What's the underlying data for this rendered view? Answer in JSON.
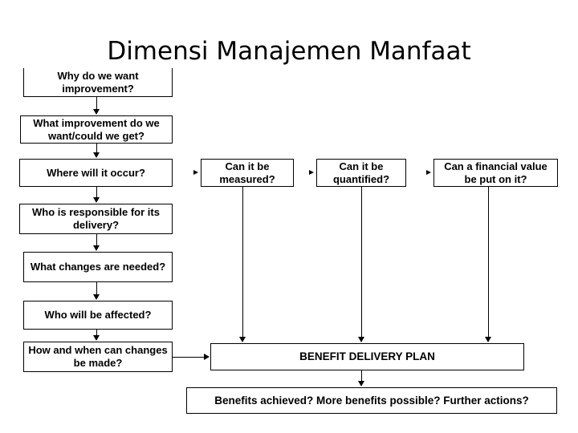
{
  "slide": {
    "title": "Dimensi Manajemen Manfaat",
    "background_color": "#ffffff",
    "text_color": "#000000",
    "line_color": "#000000"
  },
  "diagram": {
    "type": "flowchart",
    "left_column": [
      {
        "id": "q1",
        "label": "Why do we want improvement?"
      },
      {
        "id": "q2",
        "label": "What improvement do we want/could we get?"
      },
      {
        "id": "q3",
        "label": "Where will it occur?"
      },
      {
        "id": "q4",
        "label": "Who is responsible for its delivery?"
      },
      {
        "id": "q5",
        "label": "What changes are needed?"
      },
      {
        "id": "q6",
        "label": "Who will be affected?"
      },
      {
        "id": "q7",
        "label": "How and when can changes be made?"
      }
    ],
    "top_row": [
      {
        "id": "m1",
        "label": "Can it be measured?"
      },
      {
        "id": "m2",
        "label": "Can it be quantified?"
      },
      {
        "id": "m3",
        "label": "Can a financial value be put on it?"
      }
    ],
    "plan": {
      "id": "plan",
      "label": "BENEFIT DELIVERY PLAN"
    },
    "review": {
      "id": "review",
      "label": "Benefits achieved? More benefits possible? Further actions?"
    }
  }
}
